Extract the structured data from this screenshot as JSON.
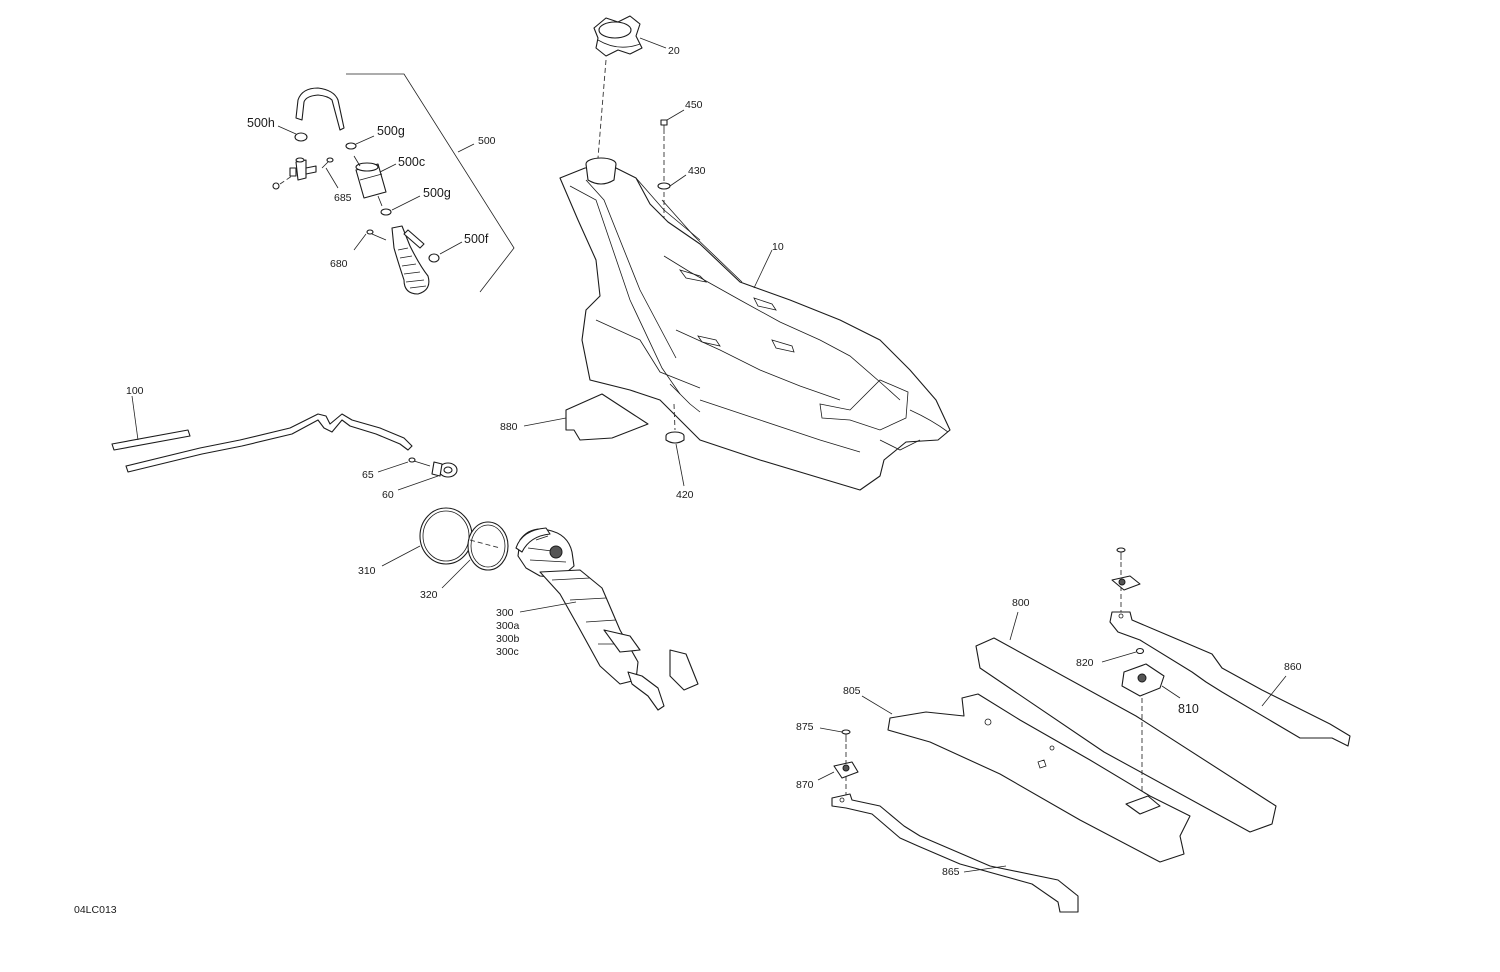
{
  "diagram_code": "04LC013",
  "callouts": {
    "c20": "20",
    "c450": "450",
    "c430": "430",
    "c10": "10",
    "c500": "500",
    "c500h": "500h",
    "c500g_a": "500g",
    "c500c": "500c",
    "c500g_b": "500g",
    "c500f": "500f",
    "c685": "685",
    "c680": "680",
    "c100": "100",
    "c65": "65",
    "c60": "60",
    "c880": "880",
    "c420": "420",
    "c310": "310",
    "c320": "320",
    "c300": "300",
    "c300a": "300a",
    "c300b": "300b",
    "c300c": "300c",
    "c800": "800",
    "c820": "820",
    "c860": "860",
    "c810": "810",
    "c805": "805",
    "c875": "875",
    "c870": "870",
    "c865": "865"
  }
}
